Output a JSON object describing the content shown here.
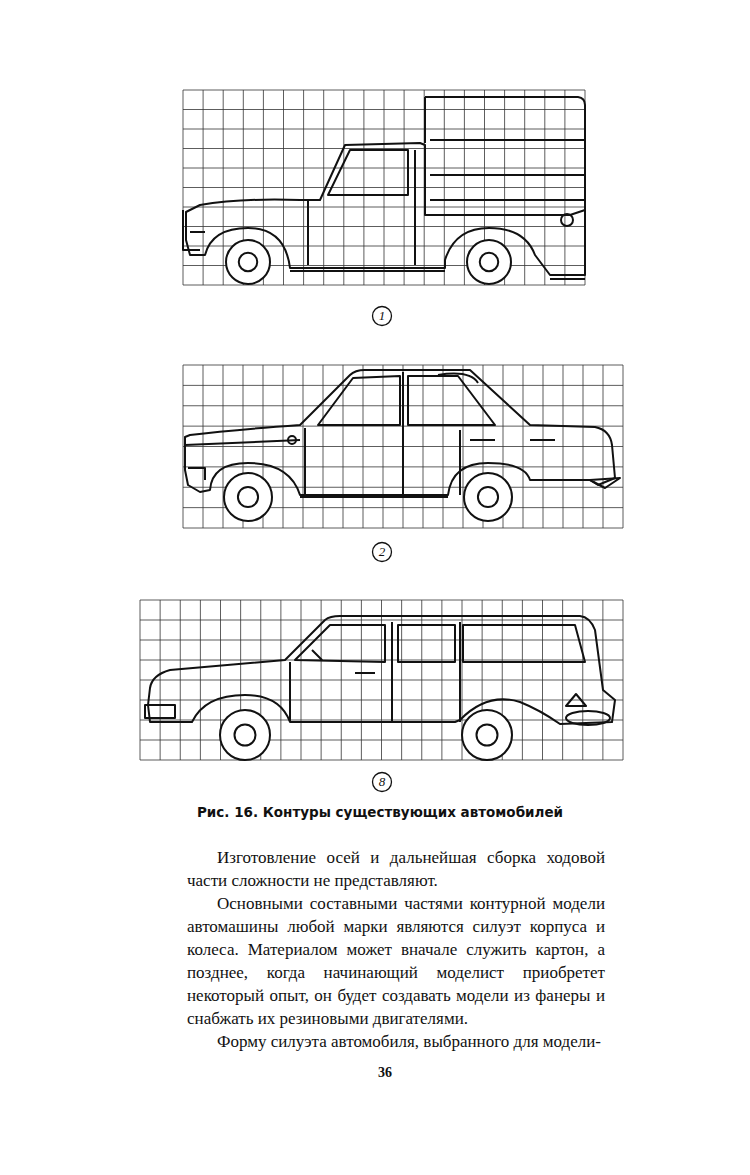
{
  "diagram": {
    "caption": "Рис. 16. Контуры существующих автомобилей",
    "nodes": [
      {
        "text": [
          "1"
        ]
      },
      {
        "text": [
          "2"
        ]
      },
      {
        "text": [
          "8"
        ]
      }
    ],
    "labels": [
      "Изготовление осей и дальнейшая сборка ходовой части сложности не представляют.",
      "Основными составными частями контурной модели автомашины любой марки являются силуэт корпуса и колеса. Материалом может вначале служить картон, а позднее, когда начинающий моделист приобретет некоторый опыт, он будет создавать модели из фанеры и снабжать их резиновыми двигателями.",
      "Форму силуэта автомобиля, выбранного для модели-",
      "36"
    ]
  }
}
